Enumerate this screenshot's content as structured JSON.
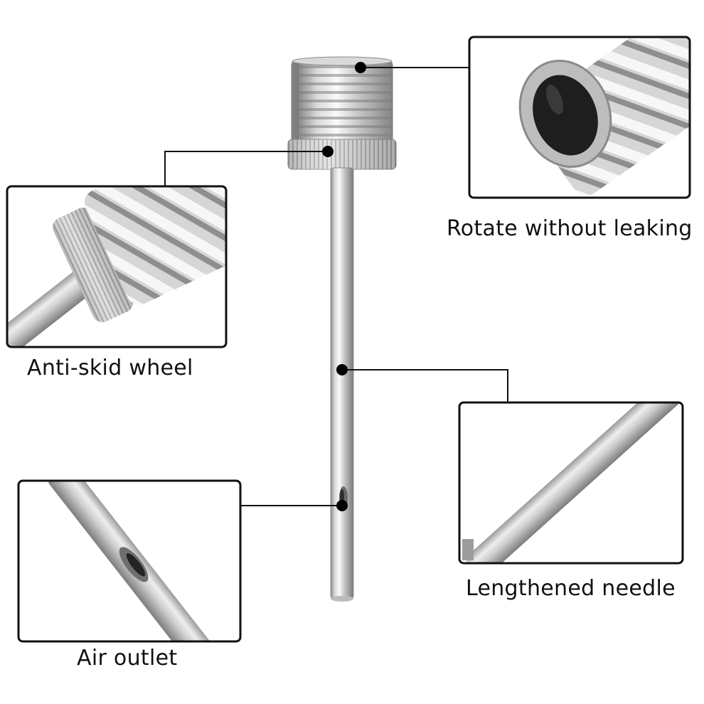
{
  "captions": {
    "rotate": "Rotate without leaking",
    "anti_skid": "Anti-skid wheel",
    "needle": "Lengthened needle",
    "air_outlet": "Air outlet"
  },
  "colors": {
    "background": "#ffffff",
    "frame": "#111111",
    "metal_light": "#f4f4f4",
    "metal_mid": "#bdbdbd",
    "metal_dark": "#6f6f6f"
  }
}
